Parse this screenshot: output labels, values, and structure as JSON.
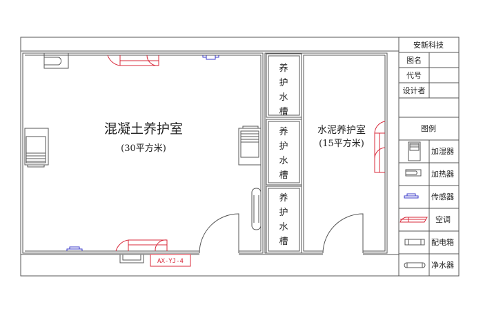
{
  "colors": {
    "line": "#555555",
    "red": "#d8283a",
    "blue": "#3a3ac8"
  },
  "rooms": {
    "concrete": {
      "name": "混凝土养护室",
      "area": "(30平方米)"
    },
    "cement": {
      "name": "水泥养护室",
      "area": "(15平方米)"
    },
    "tanks": [
      {
        "c1": "养",
        "c2": "护",
        "c3": "水",
        "c4": "槽"
      },
      {
        "c1": "养",
        "c2": "护",
        "c3": "水",
        "c4": "槽"
      },
      {
        "c1": "养",
        "c2": "护",
        "c3": "水",
        "c4": "槽"
      }
    ],
    "label_tag": "AX-YJ-4"
  },
  "title_block": {
    "company": "安新科技",
    "rows": [
      {
        "label": "图名",
        "value": ""
      },
      {
        "label": "代号",
        "value": ""
      },
      {
        "label": "设计者",
        "value": ""
      }
    ]
  },
  "legend": {
    "title": "图例",
    "items": [
      {
        "icon": "humidifier-icon",
        "label": "加湿器"
      },
      {
        "icon": "heater-icon",
        "label": "加热器"
      },
      {
        "icon": "sensor-icon",
        "label": "传感器"
      },
      {
        "icon": "air-conditioner-icon",
        "label": "空调"
      },
      {
        "icon": "distribution-box-icon",
        "label": "配电箱"
      },
      {
        "icon": "water-purifier-icon",
        "label": "净水器"
      }
    ]
  }
}
